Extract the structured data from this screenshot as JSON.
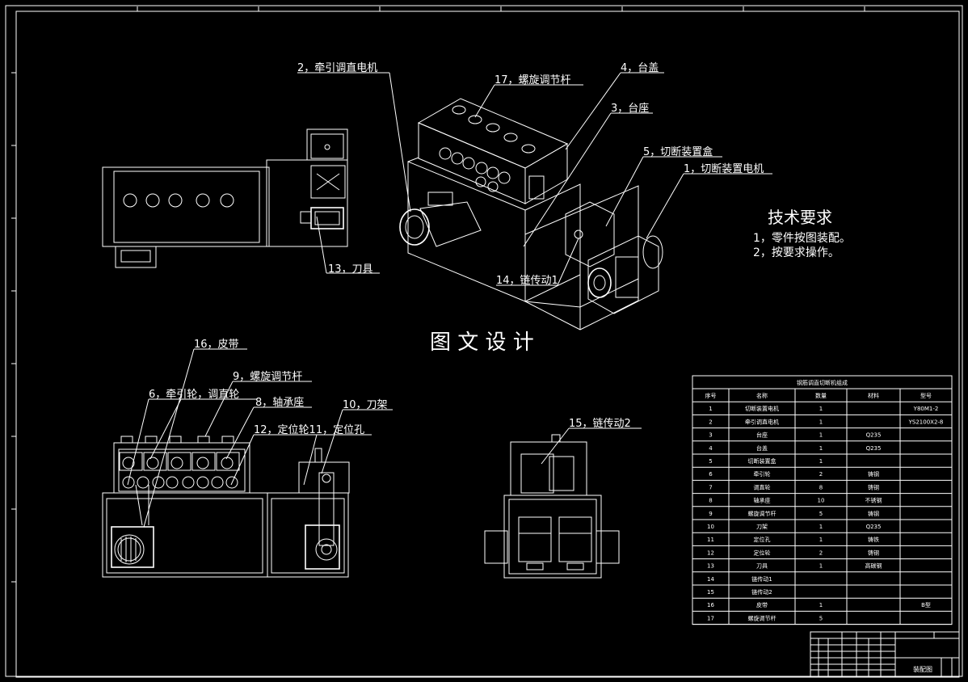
{
  "drawing_labels": {
    "l2": "2，牵引调直电机",
    "l17": "17，螺旋调节杆",
    "l4": "4，台盖",
    "l3": "3，台座",
    "l5": "5，切断装置盒",
    "l1": "1，切断装置电机",
    "l13": "13，刀具",
    "l14": "14，链传动1",
    "l16": "16，皮带",
    "l9": "9，螺旋调节杆",
    "l6": "6，牵引轮，调直轮",
    "l8": "8，轴承座",
    "l10": "10，刀架",
    "l12": "12，定位轮11，定位孔",
    "l15": "15，链传动2"
  },
  "center_title": "图 文 设 计",
  "tech_requirements": {
    "heading": "技术要求",
    "items": [
      "1，零件按图装配。",
      "2，按要求操作。"
    ]
  },
  "parts_table": {
    "title": "钢筋调直切断机组成",
    "headers": [
      "序号",
      "名称",
      "数量",
      "材料",
      "型号"
    ],
    "rows": [
      [
        "1",
        "切断装置电机",
        "1",
        "",
        "Y80M1-2"
      ],
      [
        "2",
        "牵引调直电机",
        "1",
        "",
        "YS2100X2-8"
      ],
      [
        "3",
        "台座",
        "1",
        "Q235",
        ""
      ],
      [
        "4",
        "台盖",
        "1",
        "Q235",
        ""
      ],
      [
        "5",
        "切断装置盒",
        "1",
        "",
        ""
      ],
      [
        "6",
        "牵引轮",
        "2",
        "铸钢",
        ""
      ],
      [
        "7",
        "调直轮",
        "8",
        "铸钢",
        ""
      ],
      [
        "8",
        "轴承座",
        "10",
        "不锈钢",
        ""
      ],
      [
        "9",
        "螺旋调节杆",
        "5",
        "铸钢",
        ""
      ],
      [
        "10",
        "刀架",
        "1",
        "Q235",
        ""
      ],
      [
        "11",
        "定位孔",
        "1",
        "铸铁",
        ""
      ],
      [
        "12",
        "定位轮",
        "2",
        "铸钢",
        ""
      ],
      [
        "13",
        "刀具",
        "1",
        "高碳钢",
        ""
      ],
      [
        "14",
        "链传动1",
        "",
        "",
        ""
      ],
      [
        "15",
        "链传动2",
        "",
        "",
        ""
      ],
      [
        "16",
        "皮带",
        "1",
        "",
        "B型"
      ],
      [
        "17",
        "螺旋调节杆",
        "5",
        "",
        ""
      ]
    ]
  },
  "title_block": {
    "name": "装配图"
  }
}
